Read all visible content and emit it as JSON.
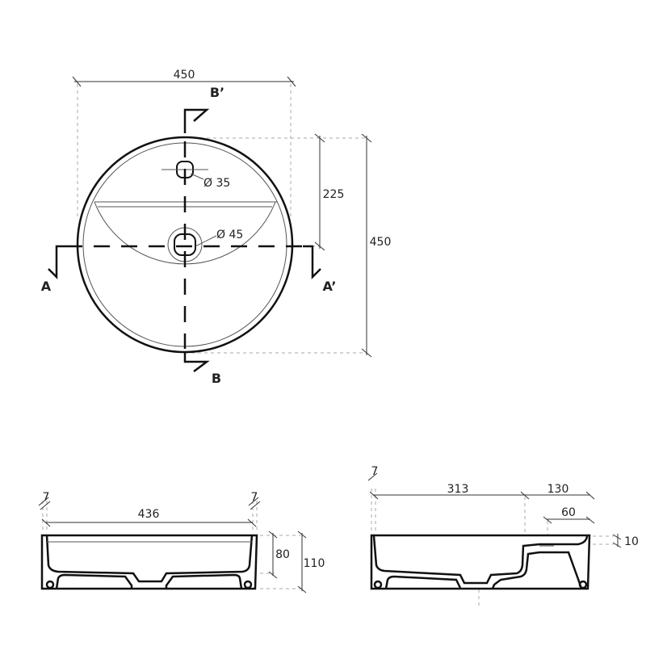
{
  "top_view": {
    "width_label": "450",
    "depth_label": "450",
    "half_depth_label": "225",
    "tap_hole_label": "Ø 35",
    "drain_label": "Ø 45",
    "section_labels": {
      "b_prime": "B’",
      "b": "B",
      "a": "A",
      "a_prime": "A’"
    }
  },
  "section_a": {
    "wall_left": "7",
    "wall_right": "7",
    "inner_width": "436",
    "basin_depth": "80",
    "total_height": "110"
  },
  "section_b": {
    "wall": "7",
    "basin_length": "313",
    "shelf_length": "130",
    "tap_offset": "60",
    "shelf_height": "10"
  }
}
